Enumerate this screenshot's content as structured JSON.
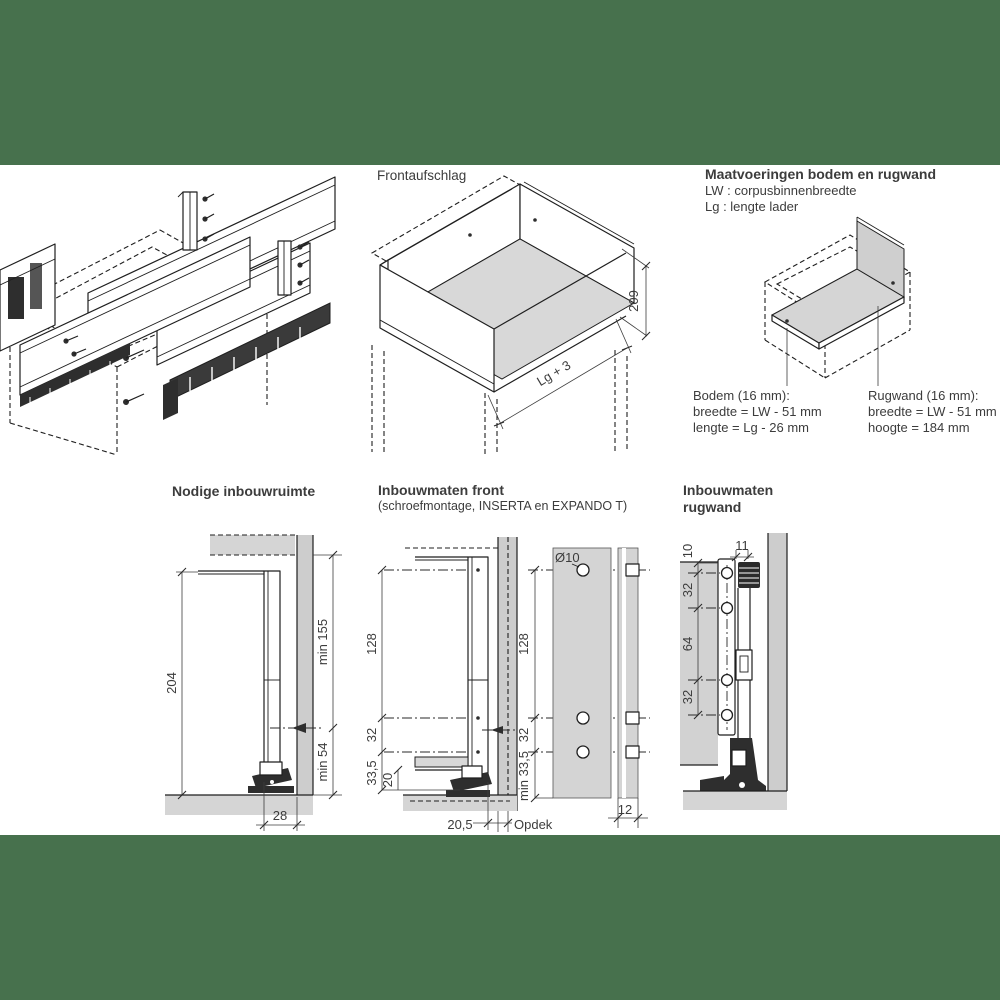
{
  "banner_color": "#47714d",
  "sections": {
    "front_overlay": {
      "title": "Frontaufschlag",
      "dim_height": "209",
      "dim_length": "Lg + 3"
    },
    "dimensions_info": {
      "title": "Maatvoeringen bodem en rugwand",
      "legend_lw": "LW : corpusbinnenbreedte",
      "legend_lg": "Lg : lengte lader",
      "bodem_title": "Bodem (16 mm):",
      "bodem_breedte": "breedte = LW - 51 mm",
      "bodem_lengte": "lengte = Lg - 26 mm",
      "rugwand_title": "Rugwand (16 mm):",
      "rugwand_breedte": "breedte = LW - 51 mm",
      "rugwand_hoogte": "hoogte = 184 mm"
    },
    "clearance": {
      "title": "Nodige inbouwruimte",
      "dim_204": "204",
      "dim_min155": "min 155",
      "dim_min54": "min 54",
      "dim_28": "28"
    },
    "front_mounting": {
      "title": "Inbouwmaten front",
      "subtitle": "(schroefmontage, INSERTA en EXPANDO T)",
      "dim_128_side": "128",
      "dim_32_side": "32",
      "dim_335_side": "33,5",
      "dim_20": "20",
      "dim_205": "20,5",
      "opdek": "Opdek",
      "dia_10": "Ø10",
      "dim_128_panel": "128",
      "dim_32_panel": "32",
      "dim_min335": "min 33,5",
      "dim_12": "12"
    },
    "back_mounting": {
      "title_line1": "Inbouwmaten",
      "title_line2": "rugwand",
      "dim_10": "10",
      "dim_11": "11",
      "dim_32_top": "32",
      "dim_64": "64",
      "dim_32_bottom": "32"
    }
  }
}
